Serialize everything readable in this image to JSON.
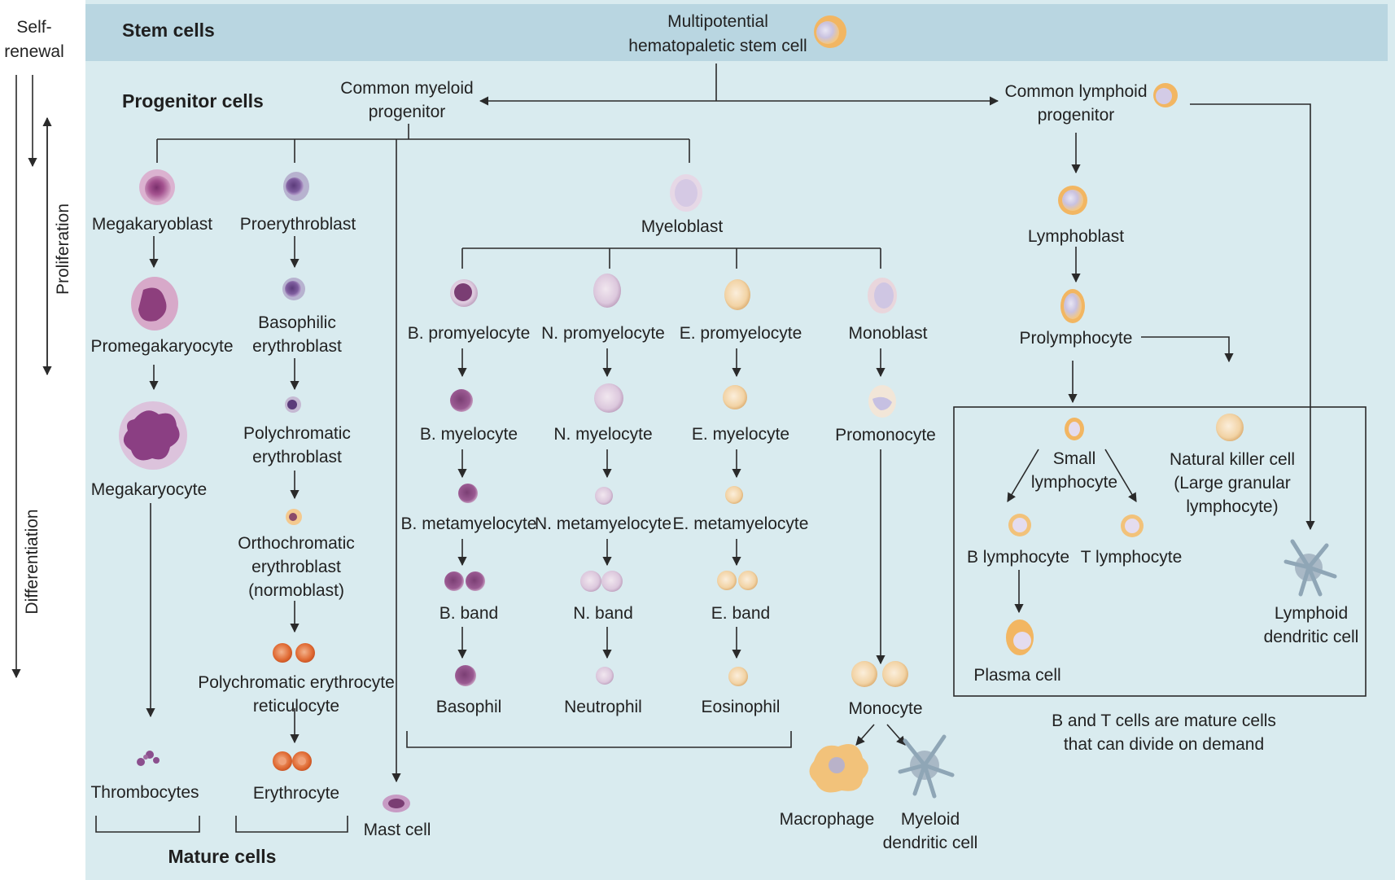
{
  "headers": {
    "stem_cells": "Stem cells",
    "progenitor_cells": "Progenitor cells",
    "mature_cells": "Mature cells"
  },
  "side_axis": {
    "self_renewal": [
      "Self-",
      "renewal"
    ],
    "proliferation": "Proliferation",
    "differentiation": "Differentiation"
  },
  "cells": {
    "stem": [
      "Multipotential",
      "hematopaletic stem cell"
    ],
    "myeloid_progenitor": [
      "Common myeloid",
      "progenitor"
    ],
    "lymphoid_progenitor": [
      "Common lymphoid",
      "progenitor"
    ],
    "megakaryoblast": [
      "Megakaryoblast"
    ],
    "promegakaryocyte": [
      "Promegakaryocyte"
    ],
    "megakaryocyte": [
      "Megakaryocyte"
    ],
    "thrombocytes": [
      "Thrombocytes"
    ],
    "proerythroblast": [
      "Proerythroblast"
    ],
    "basophilic_erythroblast": [
      "Basophilic",
      "erythroblast"
    ],
    "polychromatic_erythroblast": [
      "Polychromatic",
      "erythroblast"
    ],
    "orthochromatic_erythroblast": [
      "Orthochromatic",
      "erythroblast",
      "(normoblast)"
    ],
    "polychromatic_erythrocyte": [
      "Polychromatic erythrocyte",
      "reticulocyte"
    ],
    "erythrocyte": [
      "Erythrocyte"
    ],
    "mast_cell": [
      "Mast cell"
    ],
    "myeloblast": [
      "Myeloblast"
    ],
    "b_promyelocyte": [
      "B. promyelocyte"
    ],
    "b_myelocyte": [
      "B. myelocyte"
    ],
    "b_metamyelocyte": [
      "B. metamyelocyte"
    ],
    "b_band": [
      "B. band"
    ],
    "basophil": [
      "Basophil"
    ],
    "n_promyelocyte": [
      "N. promyelocyte"
    ],
    "n_myelocyte": [
      "N. myelocyte"
    ],
    "n_metamyelocyte": [
      "N. metamyelocyte"
    ],
    "n_band": [
      "N. band"
    ],
    "neutrophil": [
      "Neutrophil"
    ],
    "e_promyelocyte": [
      "E. promyelocyte"
    ],
    "e_myelocyte": [
      "E. myelocyte"
    ],
    "e_metamyelocyte": [
      "E. metamyelocyte"
    ],
    "e_band": [
      "E. band"
    ],
    "eosinophil": [
      "Eosinophil"
    ],
    "monoblast": [
      "Monoblast"
    ],
    "promonocyte": [
      "Promonocyte"
    ],
    "monocyte": [
      "Monocyte"
    ],
    "macrophage": [
      "Macrophage"
    ],
    "myeloid_dendritic": [
      "Myeloid",
      "dendritic cell"
    ],
    "lymphoblast": [
      "Lymphoblast"
    ],
    "prolymphocyte": [
      "Prolymphocyte"
    ],
    "small_lymphocyte": [
      "Small",
      "lymphocyte"
    ],
    "nk_cell": [
      "Natural killer cell",
      "(Large granular",
      "lymphocyte)"
    ],
    "b_lymphocyte": [
      "B lymphocyte"
    ],
    "t_lymphocyte": [
      "T lymphocyte"
    ],
    "plasma_cell": [
      "Plasma cell"
    ],
    "lymphoid_dendritic": [
      "Lymphoid",
      "dendritic cell"
    ]
  },
  "notes": {
    "bt_cells": [
      "B and T cells are mature cells",
      "that can divide on demand"
    ]
  },
  "colors": {
    "panel": "#d9ebef",
    "stem_band": "#b9d6e1",
    "megakaryocyte": "#b56a9e",
    "erythroid": "#e07a3a",
    "lymphoid": "#f2c27a",
    "granulocyte": "#c9a6c9",
    "line": "#2a2a2a"
  }
}
